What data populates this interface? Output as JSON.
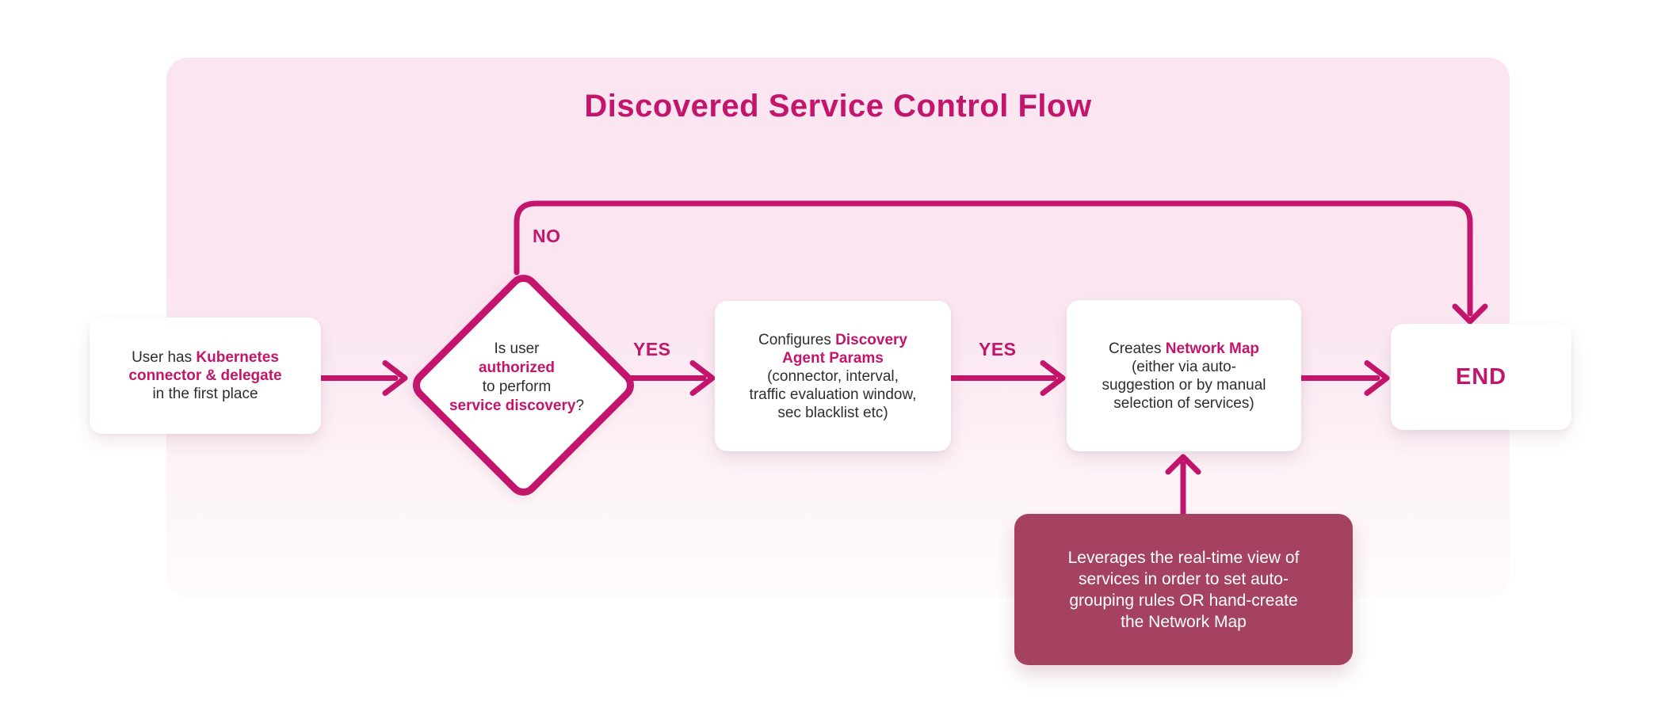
{
  "title": "Discovered Service Control Flow",
  "colors": {
    "accent": "#C3156B",
    "note_background": "#A4425F",
    "board_top": "#FBE5F1",
    "board_bottom": "#FEFBFC",
    "node_background": "#FFFFFF",
    "body_text": "#2E2E2E",
    "note_text": "#FFFFFF"
  },
  "edge_labels": {
    "no": "NO",
    "yes_decision": "YES",
    "yes_configure": "YES"
  },
  "nodes": {
    "start": {
      "lines": [
        {
          "segments": [
            {
              "text": "User has ",
              "style": "normal"
            },
            {
              "text": "Kubernetes",
              "style": "accent"
            }
          ]
        },
        {
          "segments": [
            {
              "text": "connector & delegate",
              "style": "accent"
            }
          ]
        },
        {
          "segments": [
            {
              "text": "in the first place",
              "style": "normal"
            }
          ]
        }
      ]
    },
    "decision": {
      "lines": [
        {
          "segments": [
            {
              "text": "Is user",
              "style": "normal"
            }
          ]
        },
        {
          "segments": [
            {
              "text": "authorized",
              "style": "accent"
            }
          ]
        },
        {
          "segments": [
            {
              "text": "to perform",
              "style": "normal"
            }
          ]
        },
        {
          "segments": [
            {
              "text": "service discovery",
              "style": "accent"
            },
            {
              "text": "?",
              "style": "normal"
            }
          ]
        }
      ]
    },
    "configure": {
      "lines": [
        {
          "segments": [
            {
              "text": "Configures ",
              "style": "normal"
            },
            {
              "text": "Discovery",
              "style": "accent"
            }
          ]
        },
        {
          "segments": [
            {
              "text": "Agent Params",
              "style": "accent"
            }
          ]
        },
        {
          "segments": [
            {
              "text": "(connector, interval,",
              "style": "normal"
            }
          ]
        },
        {
          "segments": [
            {
              "text": "traffic evaluation window,",
              "style": "normal"
            }
          ]
        },
        {
          "segments": [
            {
              "text": "sec blacklist etc)",
              "style": "normal"
            }
          ]
        }
      ]
    },
    "network_map": {
      "lines": [
        {
          "segments": [
            {
              "text": "Creates ",
              "style": "normal"
            },
            {
              "text": "Network Map",
              "style": "accent"
            }
          ]
        },
        {
          "segments": [
            {
              "text": "(either via auto-",
              "style": "normal"
            }
          ]
        },
        {
          "segments": [
            {
              "text": "suggestion or by manual",
              "style": "normal"
            }
          ]
        },
        {
          "segments": [
            {
              "text": "selection of services)",
              "style": "normal"
            }
          ]
        }
      ]
    },
    "end": {
      "label": "END"
    },
    "note": {
      "lines": [
        "Leverages the real-time view of",
        "services in order to set auto-",
        "grouping rules OR hand-create",
        "the Network Map"
      ]
    }
  }
}
